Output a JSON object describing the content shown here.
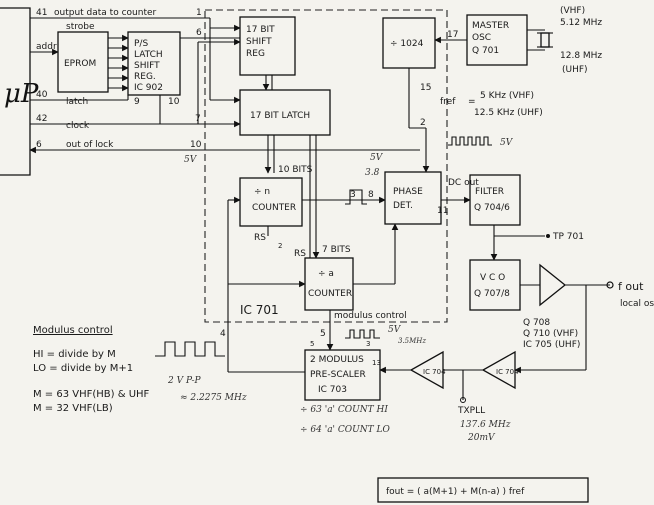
{
  "blocks": {
    "up": "μP",
    "eprom": "EPROM",
    "latch_reg": [
      "P/S",
      "LATCH",
      "SHIFT",
      "REG.",
      "IC 902"
    ],
    "shift_reg": [
      "17 BIT",
      "SHIFT",
      "REG"
    ],
    "latch17": "17 BIT LATCH",
    "div1024": "÷ 1024",
    "master_osc": [
      "MASTER",
      "OSC",
      "Q 701"
    ],
    "counter_n": [
      "÷ n",
      "COUNTER"
    ],
    "phase_det": [
      "PHASE",
      "DET."
    ],
    "filter": [
      "FILTER",
      "Q 704/6"
    ],
    "counter_a": [
      "÷ a",
      "COUNTER"
    ],
    "vco": [
      "V C O",
      "Q 707/8"
    ],
    "prescaler": [
      "2 MODULUS",
      "PRE-SCALER",
      "IC 703"
    ],
    "ic704": "IC 704",
    "ic701": "IC 701"
  },
  "signals": {
    "output_data": "output data to counter",
    "strobe": "strobe",
    "addr": "addr",
    "latch": "latch",
    "clock": "clock",
    "out_of_lock": "out of lock",
    "bits10": "10 BITS",
    "bits7": "7 BITS",
    "rs1": "RS",
    "rs2": "RS",
    "modulus_control": "modulus control",
    "dc_out": "DC out",
    "tp701": "TP 701",
    "fout": "f out",
    "local_osc": "local osc",
    "txpll": "TXPLL",
    "v5a": "5V",
    "v5b": "5V",
    "v5c": "5V",
    "v5d": "5V"
  },
  "pins": {
    "p41": "41",
    "p40": "40",
    "p42": "42",
    "p6": "6",
    "p1": "1",
    "p9": "9",
    "p10": "10",
    "p6b": "6",
    "p7": "7",
    "p10b": "10",
    "p17": "17",
    "p15": "15",
    "p2": "2",
    "p11": "11",
    "p3": "3",
    "p8": "8",
    "p4": "4",
    "p5": "5",
    "p5b": "5",
    "p3b": "3",
    "p13": "13"
  },
  "freqs": {
    "vhf": "(VHF)",
    "f512": "5.12 MHz",
    "f128": "12.8 MHz",
    "uhf": "(UHF)",
    "fref": "fref",
    "eq": "=",
    "fref_vhf": "5 KHz (VHF)",
    "fref_uhf": "12.5 KHz (UHF)"
  },
  "right_labels": {
    "q708": "Q 708",
    "q710": "Q 710 (VHF)",
    "ic705": "IC 705 (UHF)"
  },
  "modulus": {
    "title": "Modulus control",
    "hi": "HI = divide by M",
    "lo": "LO = divide by M+1",
    "m63": "M = 63  VHF(HB) & UHF",
    "m32": "M = 32  VHF(LB)"
  },
  "handwritten": {
    "vpp": "2 V P-P",
    "mhz": "≈ 2.2275 MHz",
    "count63": "÷ 63 'a' COUNT HI",
    "count64": "÷ 64 'a' COUNT LO",
    "txfreq": "137.6 MHz",
    "dbm": "20mV",
    "pd_small": "3.8",
    "v_small": "3.5MHz"
  },
  "formula": "fout = ( a(M+1) + M(n-a) ) fref"
}
